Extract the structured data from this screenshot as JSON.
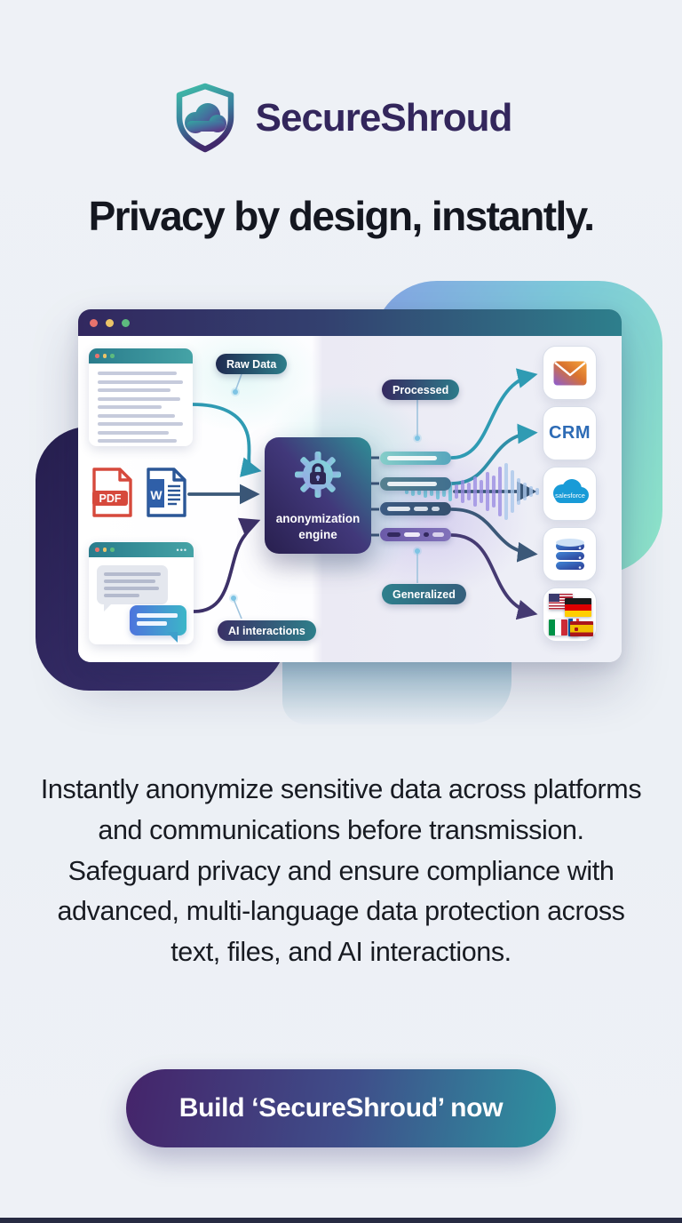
{
  "brand": {
    "name": "SecureShroud"
  },
  "headline": "Privacy by design, instantly.",
  "description": "Instantly anonymize sensitive data across platforms and communications before transmission. Safeguard privacy and ensure compliance with advanced, multi-language data protection across text, files, and AI interactions.",
  "cta": {
    "label": "Build ‘SecureShroud’ now"
  },
  "diagram": {
    "labels": {
      "raw_data": "Raw Data",
      "ai_interactions": "AI interactions",
      "processed": "Processed",
      "generalized": "Generalized"
    },
    "engine": {
      "line1": "anonymization",
      "line2": "engine"
    },
    "file_icons": {
      "pdf": "PDF",
      "word": "W"
    },
    "destinations": {
      "crm": "CRM",
      "salesforce": "salesforce"
    },
    "colors": {
      "accent_teal": "#2e8f9e",
      "accent_indigo": "#33265c",
      "arrow_slate": "#3b5878",
      "arrow_teal": "#2f9bb3",
      "arrow_purple": "#453a72"
    }
  }
}
